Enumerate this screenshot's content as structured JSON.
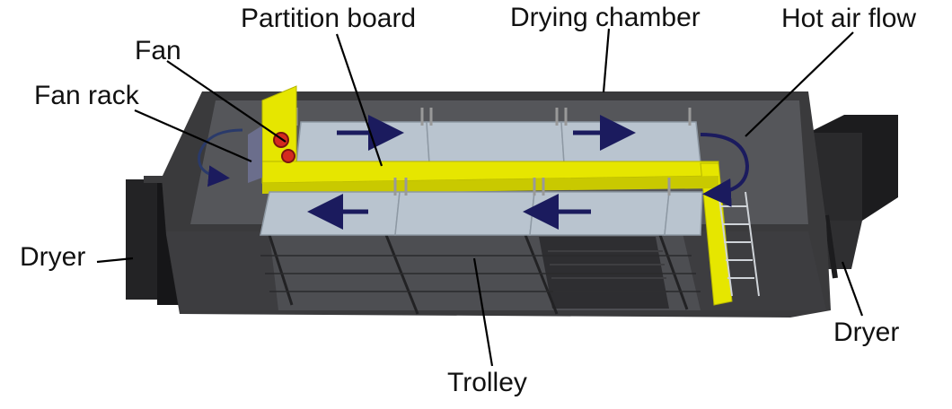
{
  "labels": {
    "partition_board": "Partition board",
    "drying_chamber": "Drying chamber",
    "hot_air_flow": "Hot air flow",
    "fan": "Fan",
    "fan_rack": "Fan rack",
    "dryer_left": "Dryer",
    "dryer_right": "Dryer",
    "trolley": "Trolley"
  },
  "colors": {
    "chamber_wall": "#3a3a3c",
    "chamber_floor": "#55565a",
    "dryer_unit": "#1c1c1e",
    "partition": "#e6e600",
    "partition_edge": "#b5b500",
    "tray": "#b9c4cf",
    "tray_edge": "#8e99a4",
    "arrow": "#1b1b5e",
    "fan_red": "#d42a1f",
    "leader_line": "#000000"
  }
}
